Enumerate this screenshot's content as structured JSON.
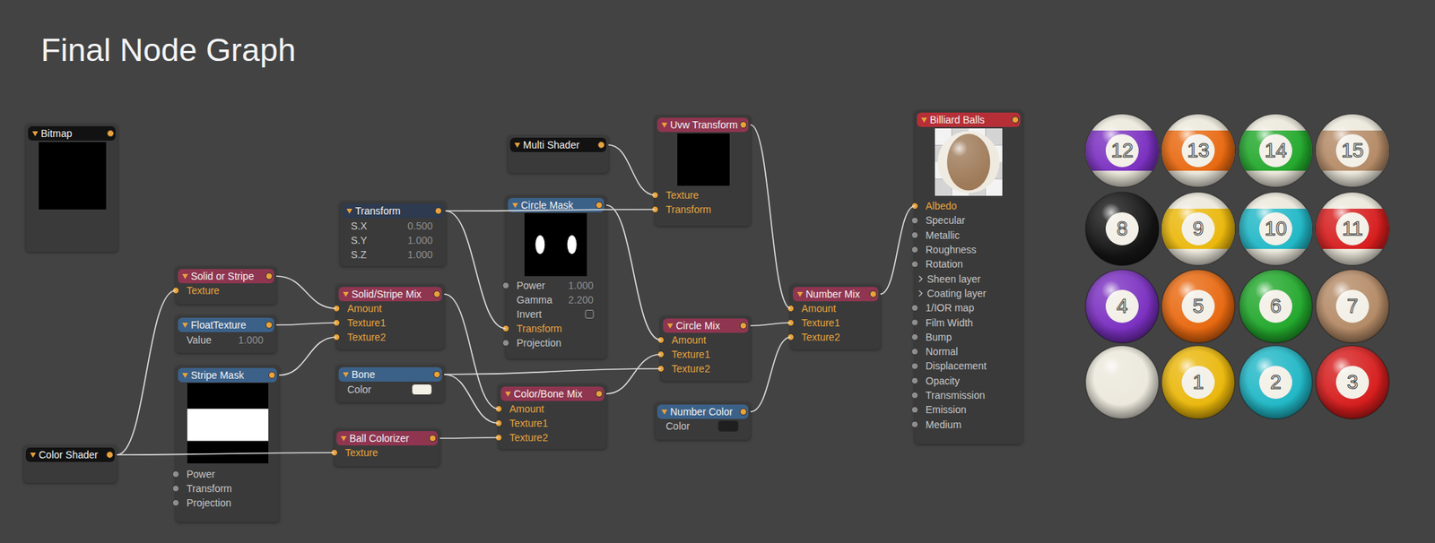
{
  "diagram": {
    "title": "Final Node Graph",
    "nodes": [
      {
        "text": [
          "Bitmap"
        ]
      },
      {
        "text": [
          "Solid or Stripe",
          "Texture"
        ]
      },
      {
        "text": [
          "FloatTexture",
          "Value",
          "1.000"
        ]
      },
      {
        "text": [
          "Stripe Mask",
          "Power",
          "Transform",
          "Projection"
        ]
      },
      {
        "text": [
          "Color Shader"
        ]
      },
      {
        "text": [
          "Transform",
          "S.X",
          "0.500",
          "S.Y",
          "1.000",
          "S.Z",
          "1.000"
        ]
      },
      {
        "text": [
          "Solid/Stripe Mix",
          "Amount",
          "Texture1",
          "Texture2"
        ]
      },
      {
        "text": [
          "Bone",
          "Color"
        ]
      },
      {
        "text": [
          "Ball Colorizer",
          "Texture"
        ]
      },
      {
        "text": [
          "Multi Shader"
        ]
      },
      {
        "text": [
          "Circle Mask",
          "Power",
          "1.000",
          "Gamma",
          "2.200",
          "Invert",
          "Transform",
          "Projection"
        ]
      },
      {
        "text": [
          "Color/Bone Mix",
          "Amount",
          "Texture1",
          "Texture2"
        ]
      },
      {
        "text": [
          "Uvw Transform",
          "Texture",
          "Transform"
        ]
      },
      {
        "text": [
          "Circle Mix",
          "Amount",
          "Texture1",
          "Texture2"
        ]
      },
      {
        "text": [
          "Number Color",
          "Color"
        ]
      },
      {
        "text": [
          "Number Mix",
          "Amount",
          "Texture1",
          "Texture2"
        ]
      },
      {
        "text": [
          "Billiard Balls",
          "Albedo",
          "Specular",
          "Metallic",
          "Roughness",
          "Rotation",
          "Sheen layer",
          "Coating layer",
          "1/IOR map",
          "Film Width",
          "Bump",
          "Normal",
          "Displacement",
          "Opacity",
          "Transmission",
          "Emission",
          "Medium"
        ]
      }
    ],
    "edges": [
      {
        "from": 4,
        "to": 1,
        "arrow": "none"
      },
      {
        "from": 4,
        "to": 8,
        "arrow": "none"
      },
      {
        "from": 1,
        "to": 6,
        "arrow": "none"
      },
      {
        "from": 2,
        "to": 6,
        "arrow": "none"
      },
      {
        "from": 3,
        "to": 6,
        "arrow": "none"
      },
      {
        "from": 5,
        "to": 12,
        "arrow": "none"
      },
      {
        "from": 5,
        "to": 10,
        "arrow": "none"
      },
      {
        "from": 6,
        "to": 11,
        "arrow": "none"
      },
      {
        "from": 7,
        "to": 11,
        "arrow": "none"
      },
      {
        "from": 8,
        "to": 11,
        "arrow": "none"
      },
      {
        "from": 7,
        "to": 13,
        "arrow": "none"
      },
      {
        "from": 10,
        "to": 13,
        "arrow": "none"
      },
      {
        "from": 11,
        "to": 13,
        "arrow": "none"
      },
      {
        "from": 9,
        "to": 12,
        "arrow": "none"
      },
      {
        "from": 12,
        "to": 15,
        "arrow": "none"
      },
      {
        "from": 13,
        "to": 15,
        "arrow": "none"
      },
      {
        "from": 14,
        "to": 15,
        "arrow": "none"
      },
      {
        "from": 15,
        "to": 16,
        "arrow": "none"
      }
    ],
    "labels": [
      "12",
      "13",
      "14",
      "15",
      "8",
      "9",
      "10",
      "11",
      "4",
      "5",
      "6",
      "7",
      "1",
      "2",
      "3"
    ]
  }
}
